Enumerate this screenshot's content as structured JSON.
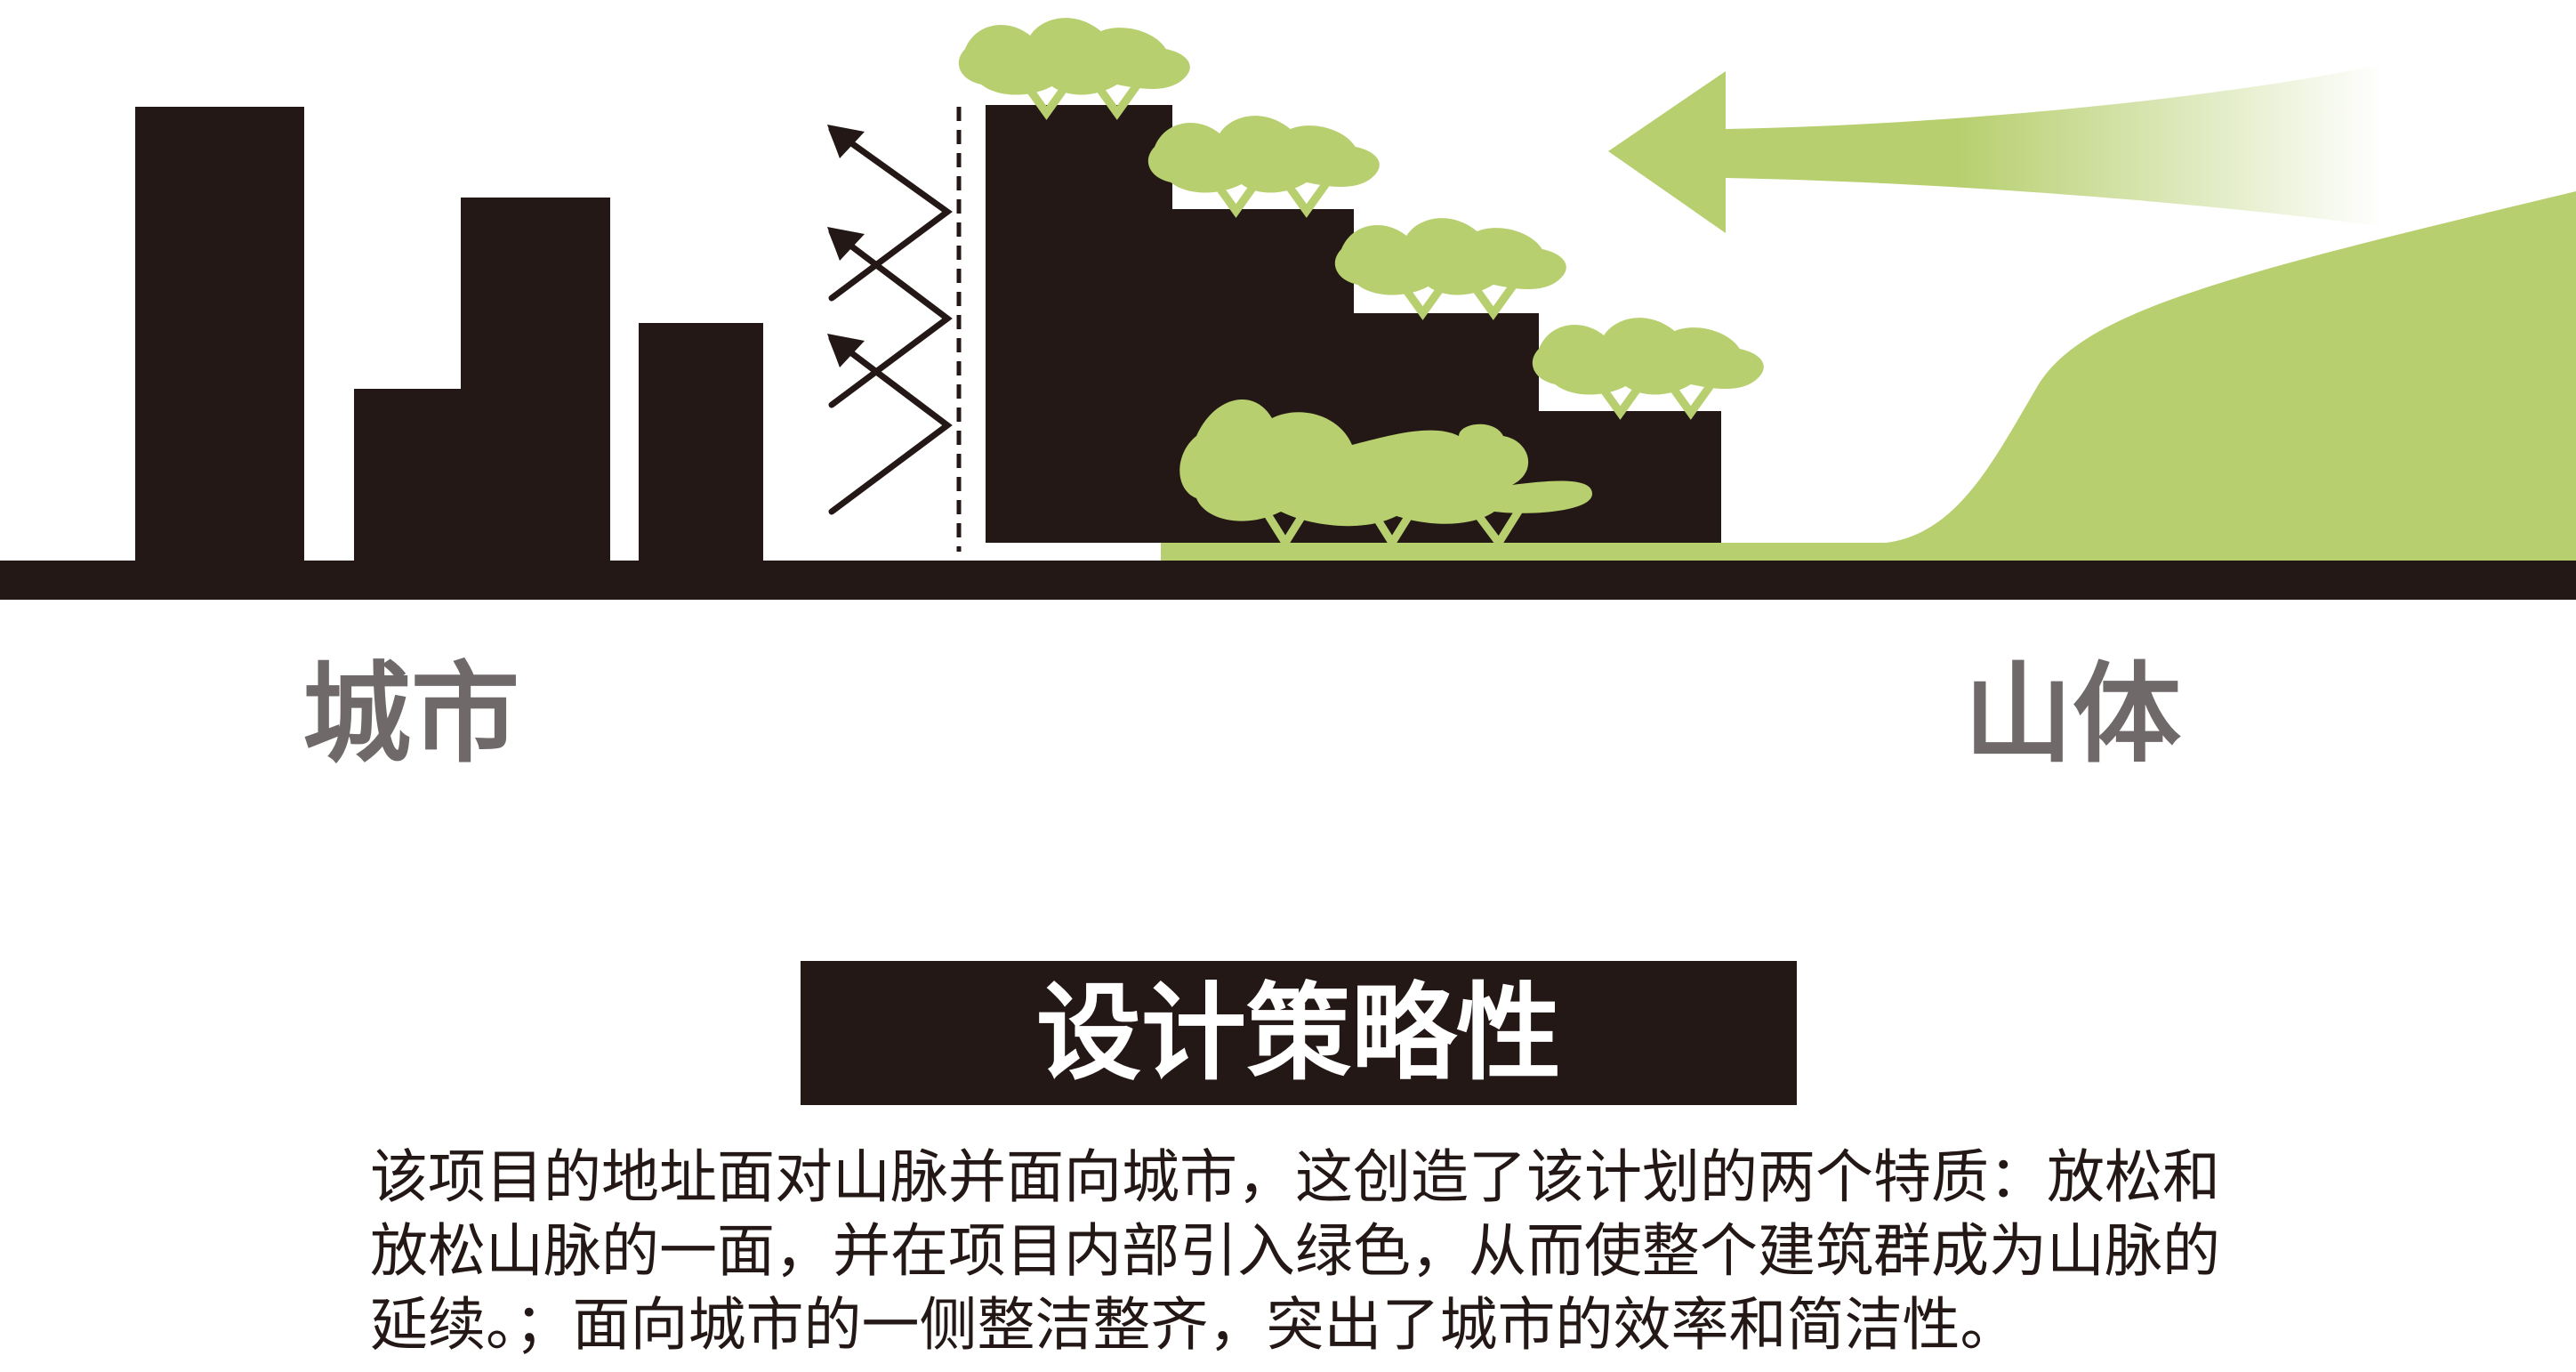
{
  "labels": {
    "city": "城市",
    "mountain": "山体"
  },
  "title": "设计策略性",
  "description_lines": [
    "该项目的地址面对山脉并面向城市，这创造了该计划的两个特质：放松和",
    "放松山脉的一面，并在项目内部引入绿色，从而使整个建筑群成为山脉的",
    "延续。；面向城市的一侧整洁整齐，突出了城市的效率和简洁性。"
  ],
  "colors": {
    "building": "#231815",
    "green": "#b7cf6f",
    "label_gray": "#6f6a69",
    "title_bar": "#231815",
    "title_text": "#ffffff"
  },
  "icons": {
    "reflection_arrows": "arrow-icon",
    "wind_arrow": "arrow-left-icon",
    "trees": "tree-icon"
  }
}
